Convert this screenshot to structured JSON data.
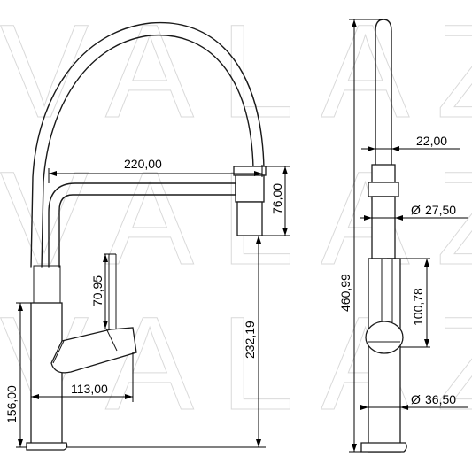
{
  "watermark": "VALAZ",
  "dimensions": {
    "spout_reach": "220,00",
    "spray_head_height": "76,00",
    "lever_length": "70,95",
    "spout_clearance": "232,19",
    "lever_reach": "113,00",
    "body_height": "156,00",
    "total_height": "460,99",
    "head_diameter": "22,00",
    "hose_guide_diameter": "27,50",
    "side_lever_height": "100,78",
    "base_diameter": "36,50"
  },
  "diameter_symbol": "Ø"
}
